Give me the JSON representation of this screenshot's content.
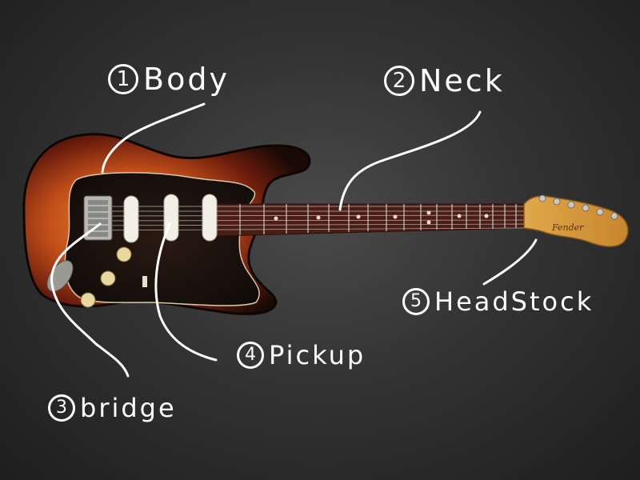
{
  "callouts": {
    "body": {
      "number": "1",
      "label": "Body"
    },
    "neck": {
      "number": "2",
      "label": "Neck"
    },
    "bridge": {
      "number": "3",
      "label": "bridge"
    },
    "pickup": {
      "number": "4",
      "label": "Pickup"
    },
    "headstock": {
      "number": "5",
      "label": "HeadStock"
    }
  },
  "colors": {
    "background": "#2f2f2f",
    "sunburst_center": "#e0701c",
    "sunburst_edge": "#1a0a05",
    "pickguard": "#151210",
    "fretboard": "#4a1e14",
    "headstock": "#d99a3a",
    "annotation": "#ffffff"
  }
}
